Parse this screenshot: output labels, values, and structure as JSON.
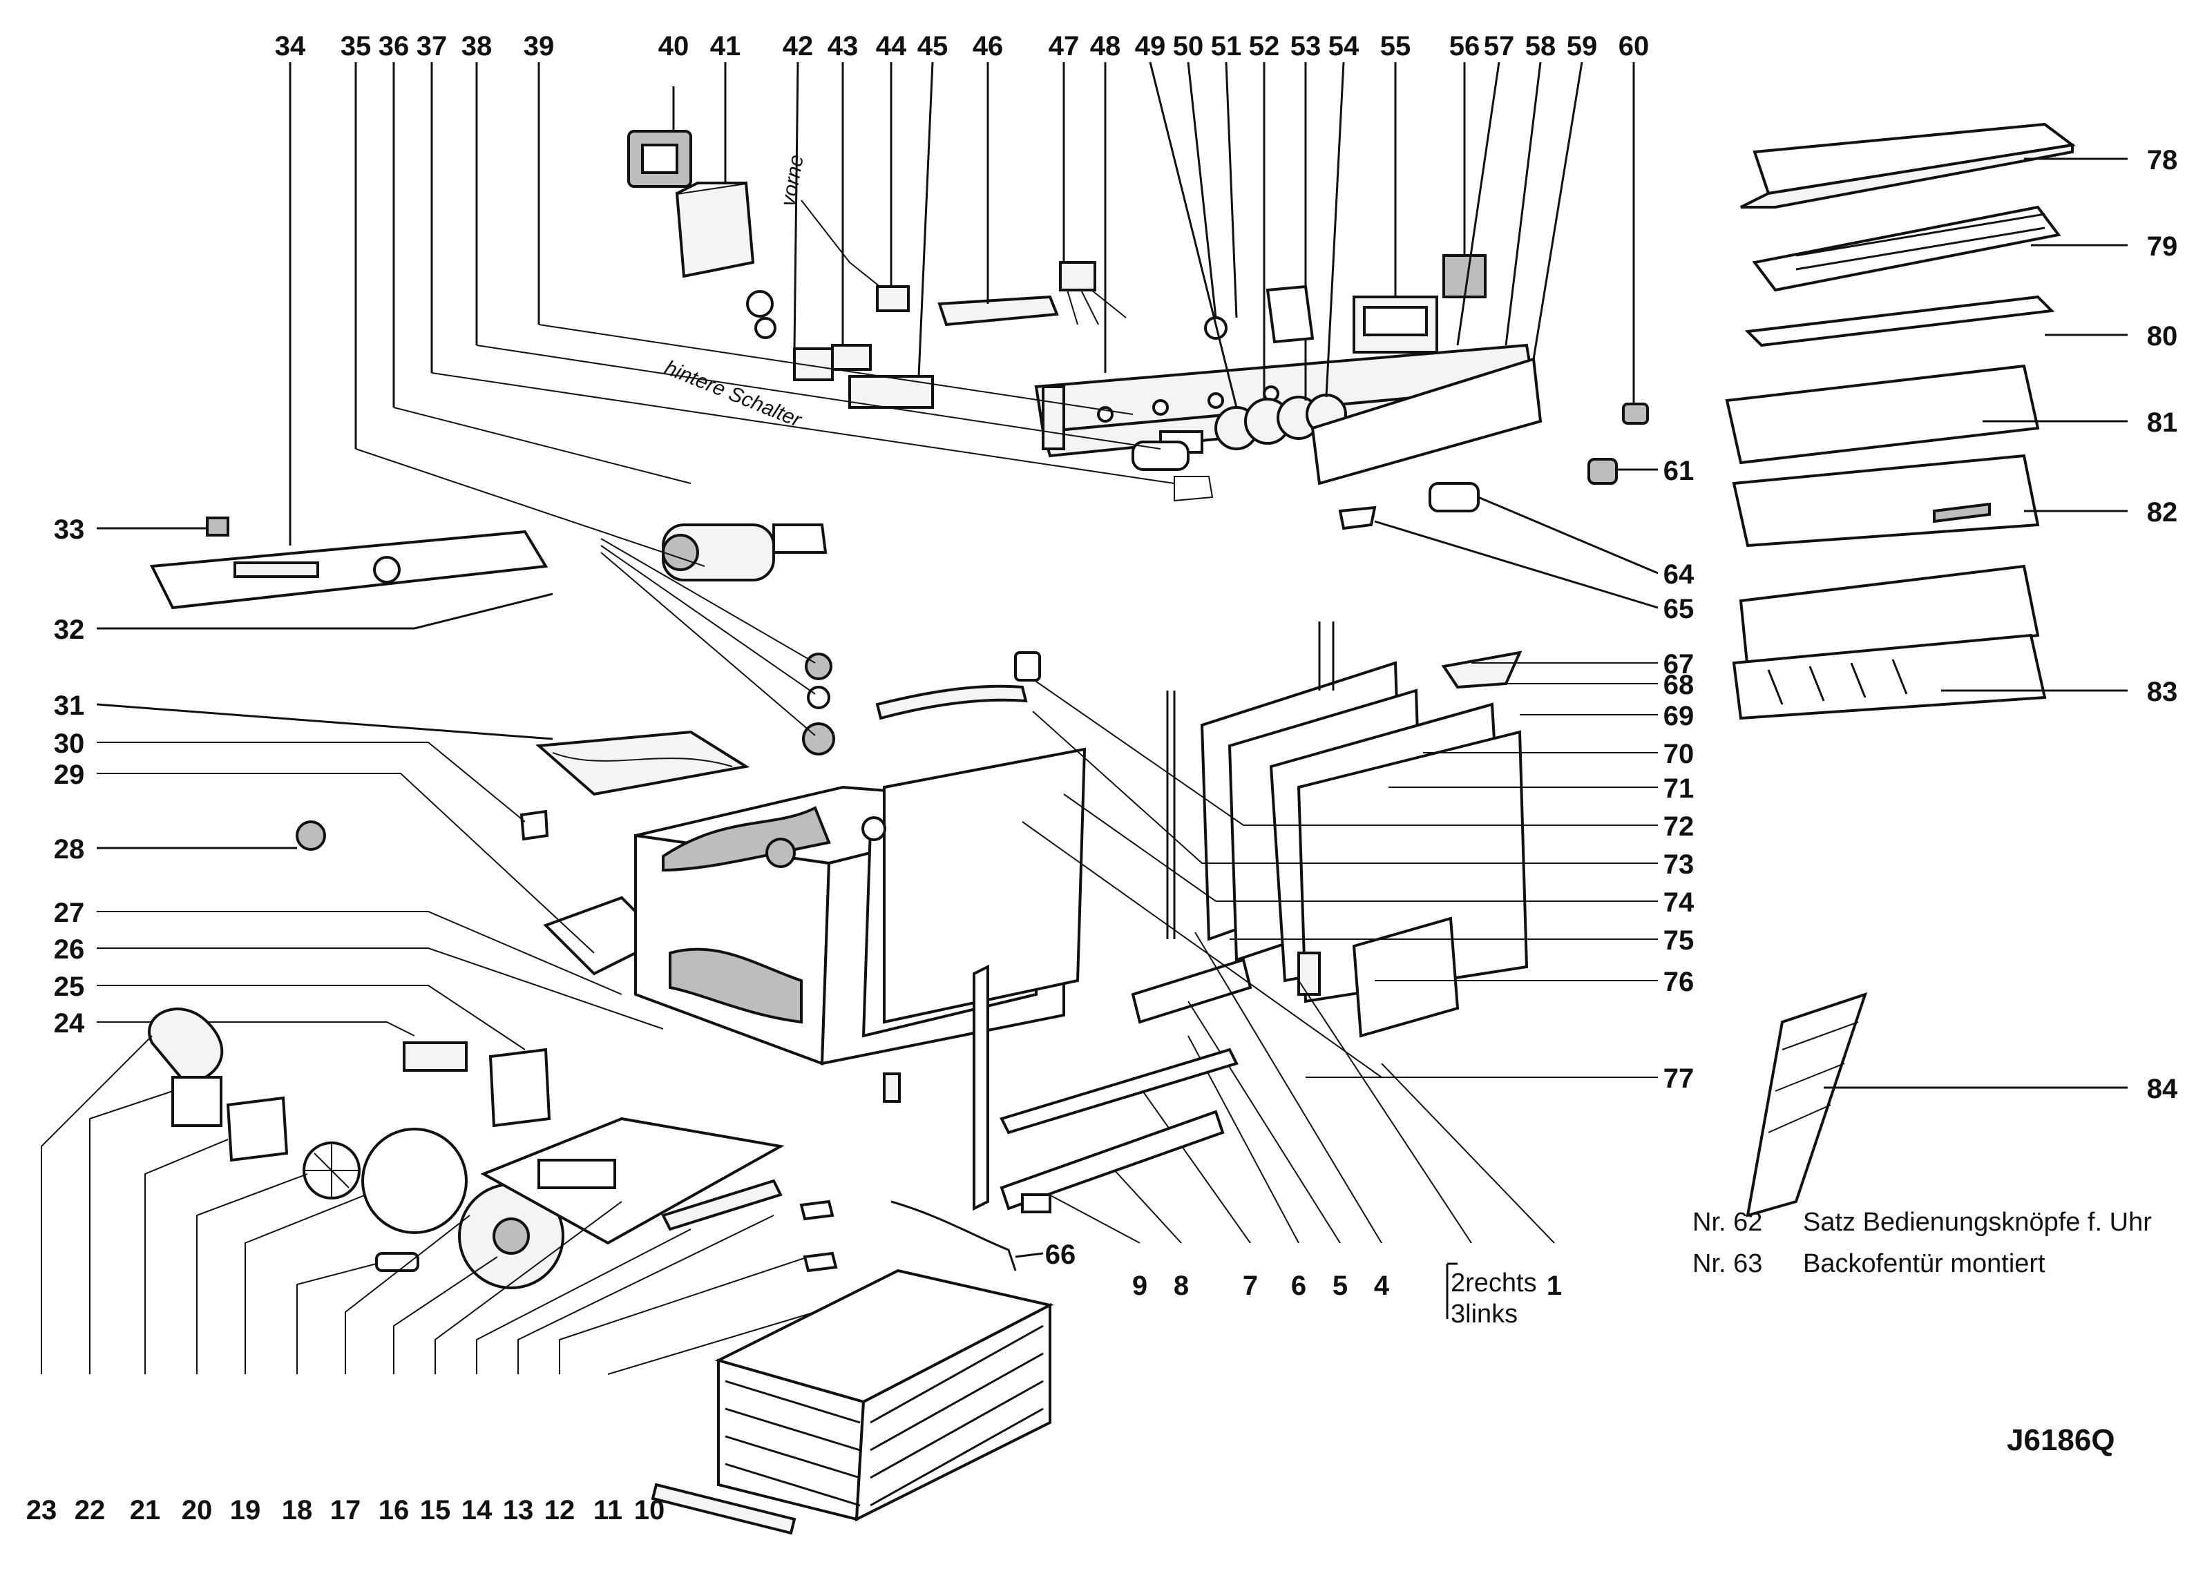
{
  "diagram": {
    "labels_top": [
      "34",
      "35",
      "36",
      "37",
      "38",
      "39",
      "40",
      "41",
      "42",
      "43",
      "44",
      "45",
      "46",
      "47",
      "48",
      "49",
      "50",
      "51",
      "52",
      "53",
      "54",
      "55",
      "56",
      "57",
      "58",
      "59",
      "60"
    ],
    "labels_right": [
      "78",
      "79",
      "80",
      "81",
      "82",
      "83",
      "84",
      "61",
      "64",
      "65",
      "67",
      "68",
      "69",
      "70",
      "71",
      "72",
      "73",
      "74",
      "75",
      "76",
      "77"
    ],
    "labels_left": [
      "33",
      "32",
      "31",
      "30",
      "29",
      "28",
      "27",
      "26",
      "25",
      "24"
    ],
    "labels_bottom": [
      "23",
      "22",
      "21",
      "20",
      "19",
      "18",
      "17",
      "16",
      "15",
      "14",
      "13",
      "12",
      "11",
      "10",
      "9",
      "8",
      "7",
      "6",
      "5",
      "4",
      "1",
      "66"
    ],
    "bracket_label_1": "2rechts",
    "bracket_label_2": "3links",
    "handwritten_front": "vorne",
    "handwritten_rear": "hintere Schalter",
    "notes": [
      {
        "nr": "Nr. 62",
        "text": "Satz Bedienungsknöpfe f. Uhr"
      },
      {
        "nr": "Nr. 63",
        "text": "Backofentür montiert"
      }
    ],
    "drawing_code": "J6186Q"
  }
}
